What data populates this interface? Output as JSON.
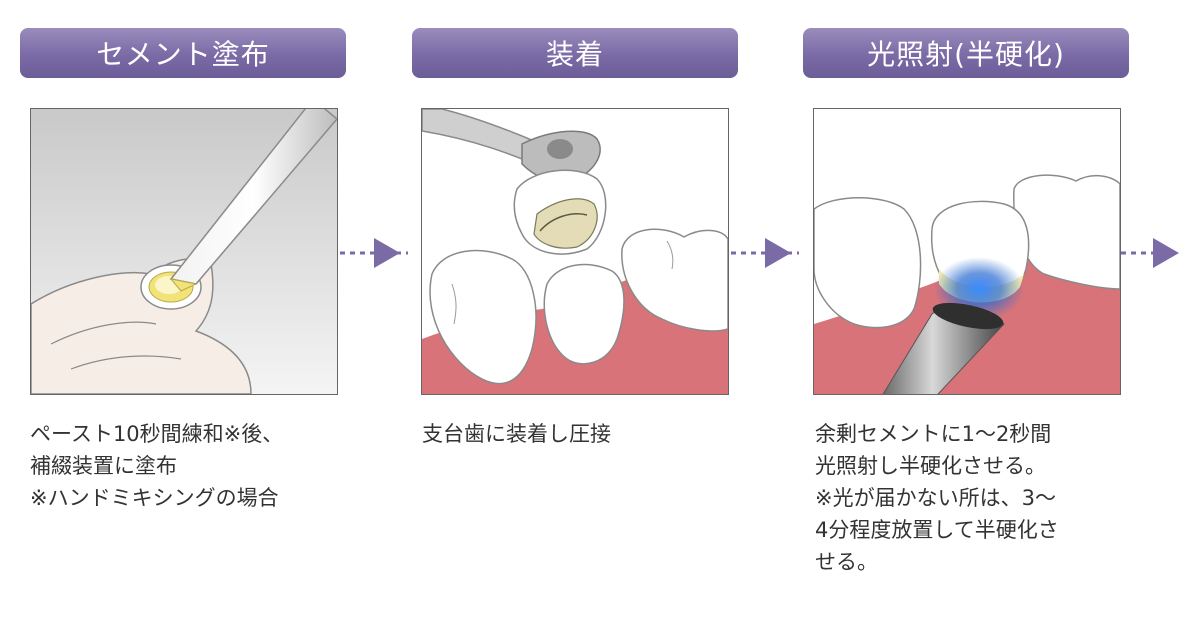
{
  "steps": [
    {
      "title": "セメント塗布",
      "description": "ペースト10秒間練和※後、\n補綴装置に塗布\n※ハンドミキシングの場合"
    },
    {
      "title": "装着",
      "description": "支台歯に装着し圧接"
    },
    {
      "title": "光照射(半硬化)",
      "description": "余剰セメントに1〜2秒間\n光照射し半硬化させる。\n※光が届かない所は、3〜\n4分程度放置して半硬化さ\nせる。"
    }
  ],
  "colors": {
    "header": "#7a6aa6",
    "arrow": "#7a6aa6",
    "gum": "#d9737a",
    "cement": "#f3ecae",
    "light": "#2a7ae0"
  }
}
